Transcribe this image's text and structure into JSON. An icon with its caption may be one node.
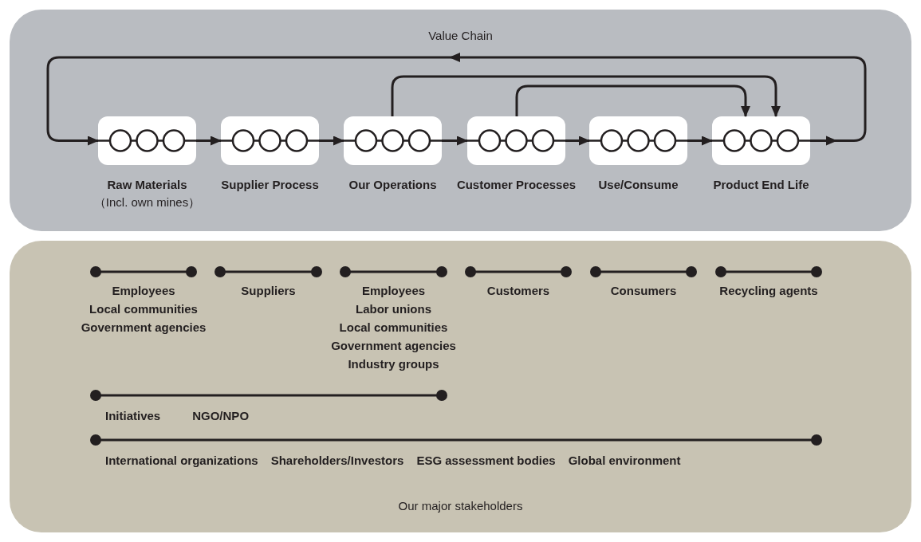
{
  "diagram": {
    "nodes": [
      {
        "text": [
          "Value Chain"
        ]
      },
      {
        "text": [
          "Raw Materials",
          "（Incl. own mines）"
        ],
        "in": 0
      },
      {
        "text": [
          "Supplier Process"
        ],
        "in": 0
      },
      {
        "text": [
          "Our Operations"
        ],
        "in": 0
      },
      {
        "text": [
          "Customer Processes"
        ],
        "in": 0
      },
      {
        "text": [
          "Use/Consume"
        ],
        "in": 0
      },
      {
        "text": [
          "Product End Life"
        ],
        "in": 0
      },
      {
        "text": [
          "Our major stakeholders"
        ]
      },
      {
        "text": [
          "Employees",
          "Local communities",
          "Government agencies"
        ],
        "in": 7
      },
      {
        "text": [
          "Suppliers"
        ],
        "in": 7
      },
      {
        "text": [
          "Employees",
          "Labor unions",
          "Local communities",
          "Government agencies",
          "Industry groups"
        ],
        "in": 7
      },
      {
        "text": [
          "Customers"
        ],
        "in": 7
      },
      {
        "text": [
          "Consumers"
        ],
        "in": 7
      },
      {
        "text": [
          "Recycling agents"
        ],
        "in": 7
      },
      {
        "text": [
          "Initiatives",
          "NGO/NPO"
        ],
        "in": 7
      },
      {
        "text": [
          "International organizations",
          "Shareholders/Investors",
          "ESG assessment bodies",
          "Global environment"
        ],
        "in": 7
      }
    ],
    "edges": [
      {
        "from": 1,
        "to": 2,
        "arrow": "to"
      },
      {
        "from": 2,
        "to": 3,
        "arrow": "to"
      },
      {
        "from": 3,
        "to": 4,
        "arrow": "to"
      },
      {
        "from": 4,
        "to": 5,
        "arrow": "to"
      },
      {
        "from": 5,
        "to": 6,
        "arrow": "to"
      },
      {
        "from": 6,
        "to": 1,
        "arrow": "to"
      },
      {
        "from": 3,
        "to": 6,
        "arrow": "to"
      },
      {
        "from": 4,
        "to": 6,
        "arrow": "to"
      }
    ]
  }
}
